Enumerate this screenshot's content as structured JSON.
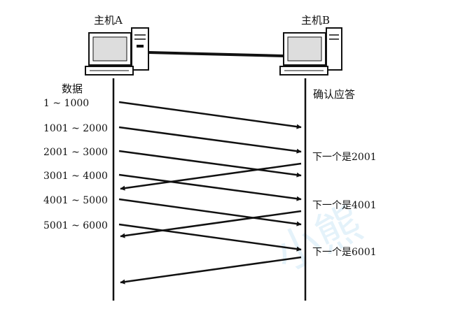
{
  "host_a": {
    "label": "主机A",
    "icon": "computer-icon"
  },
  "host_b": {
    "label": "主机B",
    "icon": "computer-icon"
  },
  "left_header": "数据",
  "right_header": "确认应答",
  "segments": [
    {
      "label": "1 ~ 1000"
    },
    {
      "label": "1001 ~ 2000"
    },
    {
      "label": "2001 ~ 3000"
    },
    {
      "label": "3001 ~ 4000"
    },
    {
      "label": "4001 ~ 5000"
    },
    {
      "label": "5001 ~ 6000"
    }
  ],
  "acks": [
    {
      "label": "下一个是2001"
    },
    {
      "label": "下一个是4001"
    },
    {
      "label": "下一个是6001"
    }
  ],
  "watermark_text": "小熊",
  "colors": {
    "line": "#111111",
    "watermark": "#cfe8f6"
  }
}
